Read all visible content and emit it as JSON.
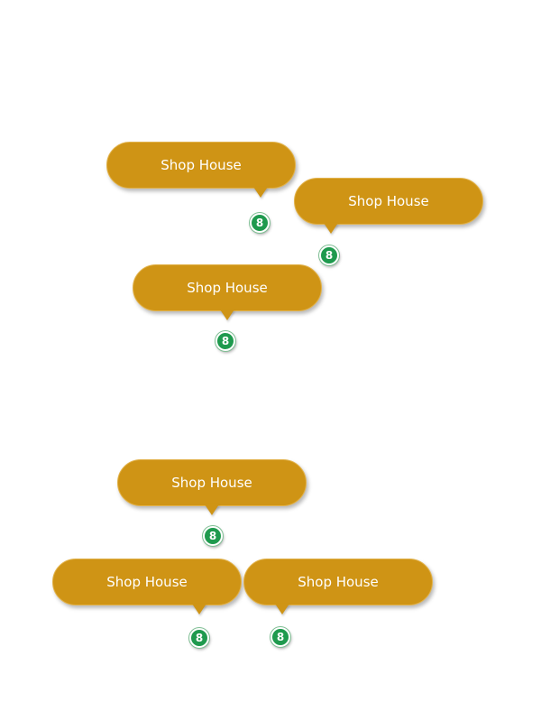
{
  "colors": {
    "callout_fill": "#cf9415",
    "marker_fill": "#1f9a4e",
    "text": "#ffffff",
    "background": "#ffffff"
  },
  "pins": [
    {
      "label": "Shop House",
      "count": "8"
    },
    {
      "label": "Shop House",
      "count": "8"
    },
    {
      "label": "Shop House",
      "count": "8"
    },
    {
      "label": "Shop House",
      "count": "8"
    },
    {
      "label": "Shop House",
      "count": "8"
    },
    {
      "label": "Shop House",
      "count": "8"
    }
  ]
}
